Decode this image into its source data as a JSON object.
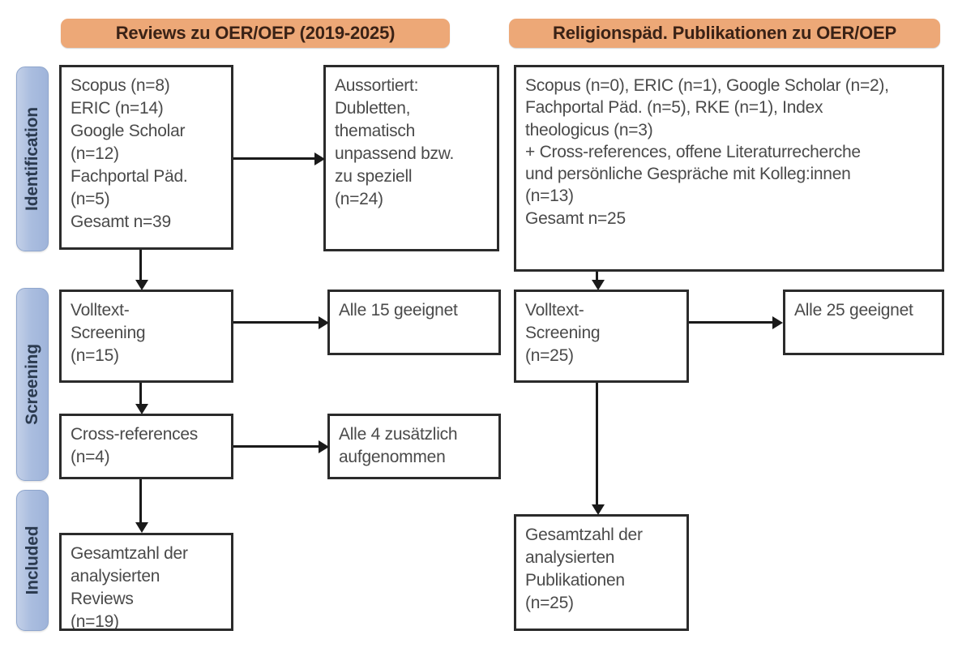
{
  "figure": {
    "type": "prisma-flow-diagram",
    "language": "de"
  },
  "columns": {
    "left": {
      "header": "Reviews zu OER/OEP (2019-2025)"
    },
    "right": {
      "header": "Religionspäd. Publikationen zu OER/OEP"
    }
  },
  "phases": [
    {
      "key": "identification",
      "label": "Identification"
    },
    {
      "key": "screening",
      "label": "Screening"
    },
    {
      "key": "included",
      "label": "Included"
    }
  ],
  "colors": {
    "header_orange": "#eda877",
    "phase_blue": "#aabddf",
    "box_border": "#2b2b2b",
    "text_gray": "#4a4a4a",
    "connector": "#1a1a1a"
  },
  "boxes": {
    "left_identification_sources": {
      "lines": [
        "Scopus (n=8)",
        "ERIC (n=14)",
        "Google Scholar",
        "(n=12)",
        "Fachportal Päd.",
        "(n=5)",
        "Gesamt n=39"
      ]
    },
    "left_excluded": {
      "lines": [
        "Aussortiert:",
        "Dubletten,",
        "thematisch",
        "unpassend bzw.",
        "zu speziell",
        "(n=24)"
      ]
    },
    "left_fulltext_screening": {
      "lines": [
        "Volltext-",
        "Screening",
        "(n=15)"
      ]
    },
    "left_all_eligible": {
      "lines": [
        "Alle 15 geeignet"
      ]
    },
    "left_cross_references": {
      "lines": [
        "Cross-references",
        "(n=4)"
      ]
    },
    "left_all_added": {
      "lines": [
        "Alle 4 zusätzlich",
        "aufgenommen"
      ]
    },
    "left_included_total": {
      "lines": [
        "Gesamtzahl der",
        "analysierten",
        "Reviews",
        "(n=19)"
      ]
    },
    "right_identification_sources": {
      "lines": [
        "Scopus (n=0), ERIC (n=1), Google Scholar (n=2),",
        "Fachportal Päd. (n=5), RKE (n=1), Index",
        "theologicus (n=3)",
        "+ Cross-references, offene Literaturrecherche",
        "und persönliche Gespräche mit Kolleg:innen",
        "(n=13)",
        "Gesamt n=25"
      ]
    },
    "right_fulltext_screening": {
      "lines": [
        "Volltext-",
        "Screening",
        "(n=25)"
      ]
    },
    "right_all_eligible": {
      "lines": [
        "Alle 25 geeignet"
      ]
    },
    "right_included_total": {
      "lines": [
        "Gesamtzahl der",
        "analysierten",
        "Publikationen",
        "(n=25)"
      ]
    }
  }
}
